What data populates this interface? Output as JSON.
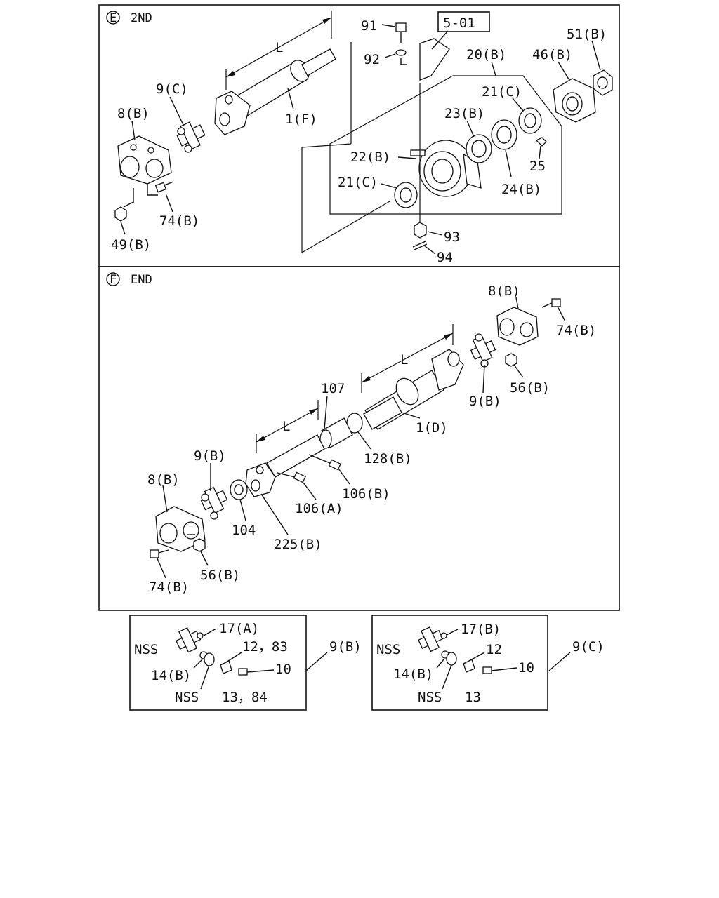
{
  "sections": {
    "e": {
      "letter": "E",
      "title": "2ND"
    },
    "f": {
      "letter": "F",
      "title": "END"
    }
  },
  "ref_box": "5-01",
  "dim_label": "L",
  "labels_e": {
    "p91": "91",
    "p92": "92",
    "p51b": "51(B)",
    "p46b": "46(B)",
    "p20b": "20(B)",
    "p21c_top": "21(C)",
    "p23b": "23(B)",
    "p9c": "9(C)",
    "p8b": "8(B)",
    "p1f": "1(F)",
    "p22b": "22(B)",
    "p25": "25",
    "p21c_bot": "21(C)",
    "p24b": "24(B)",
    "p74b": "74(B)",
    "p49b": "49(B)",
    "p93": "93",
    "p94": "94"
  },
  "labels_f": {
    "p8b_top": "8(B)",
    "p74b_top": "74(B)",
    "p56b_top": "56(B)",
    "p9b_right": "9(B)",
    "p1d": "1(D)",
    "p107": "107",
    "p128b": "128(B)",
    "p106b": "106(B)",
    "p106a": "106(A)",
    "p9b_left": "9(B)",
    "p8b_left": "8(B)",
    "p104": "104",
    "p225b": "225(B)",
    "p56b_bot": "56(B)",
    "p74b_bot": "74(B)"
  },
  "kit_b": {
    "title": "9(B)",
    "p17a": "17(A)",
    "nss1": "NSS",
    "p12_83": "12，83",
    "p14b": "14(B)",
    "p10": "10",
    "nss2": "NSS",
    "p13_84": "13，84"
  },
  "kit_c": {
    "title": "9(C)",
    "p17b": "17(B)",
    "nss1": "NSS",
    "p12": "12",
    "p14b": "14(B)",
    "p10": "10",
    "nss2": "NSS",
    "p13": "13"
  }
}
